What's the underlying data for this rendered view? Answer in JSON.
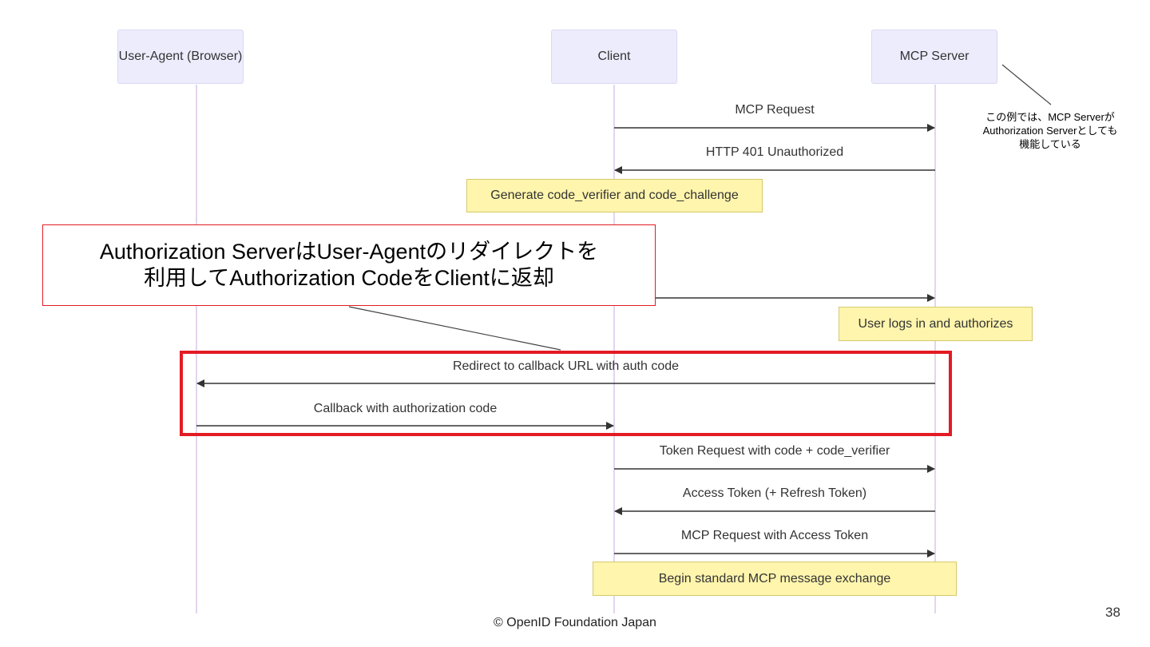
{
  "actors": {
    "user_agent": "User-Agent (Browser)",
    "client": "Client",
    "mcp_server": "MCP Server"
  },
  "messages": [
    {
      "text": "MCP Request",
      "from": "client",
      "to": "mcp_server"
    },
    {
      "text": "HTTP 401 Unauthorized",
      "from": "mcp_server",
      "to": "client"
    },
    {
      "text": "",
      "from": "client",
      "to": "mcp_server"
    },
    {
      "text": "Redirect to callback URL with auth code",
      "from": "mcp_server",
      "to": "user_agent"
    },
    {
      "text": "Callback with authorization code",
      "from": "user_agent",
      "to": "client"
    },
    {
      "text": "Token Request with code + code_verifier",
      "from": "client",
      "to": "mcp_server"
    },
    {
      "text": "Access Token (+ Refresh Token)",
      "from": "mcp_server",
      "to": "client"
    },
    {
      "text": "MCP Request with Access Token",
      "from": "client",
      "to": "mcp_server"
    }
  ],
  "notes": {
    "generate": "Generate code_verifier and code_challenge",
    "user_logs_in": "User logs in and authorizes",
    "begin": "Begin standard MCP message exchange"
  },
  "callout": {
    "line1": "Authorization ServerはUser-Agentのリダイレクトを",
    "line2": "利用してAuthorization CodeをClientに返却"
  },
  "side_note": {
    "line1": "この例では、MCP Serverが",
    "line2": "Authorization Serverとしても",
    "line3": "機能している"
  },
  "colors": {
    "actor_fill": "#ececfd",
    "note_fill": "#fff5ad",
    "highlight": "#e31b23"
  },
  "page_number": "38",
  "footer": "© OpenID Foundation Japan"
}
